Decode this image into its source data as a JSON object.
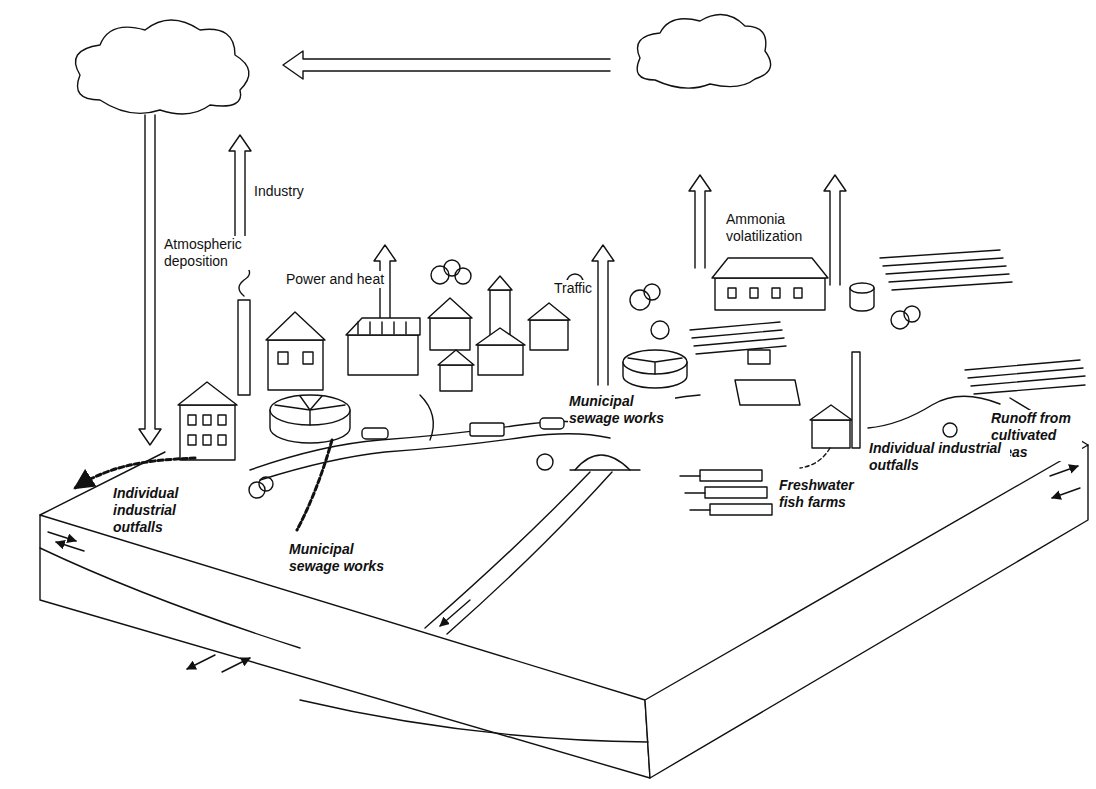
{
  "diagram": {
    "labels": [
      "Industry",
      "Atmospheric deposition",
      "Power and heat",
      "Traffic",
      "Ammonia volatilization",
      "Runoff from cultivated areas",
      "Individual industrial outfalls",
      "Municipal sewage works",
      "Freshwater fish farms",
      "Individual industrial outfalls",
      "Municipal sewage works"
    ]
  }
}
